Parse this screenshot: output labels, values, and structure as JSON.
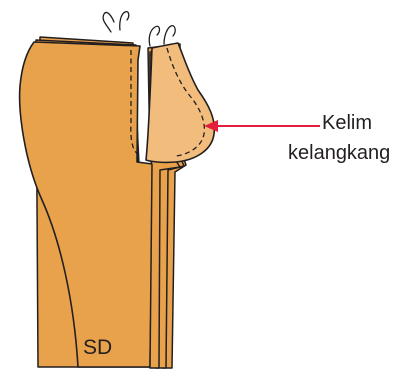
{
  "labels": {
    "annotation_line1": "Kelim",
    "annotation_line2": "kelangkang",
    "piece_label": "SD"
  },
  "colors": {
    "fabric": "#e8a24b",
    "crotch_facing": "#f2bd7c",
    "outline": "#231f20",
    "pointer_arrow": "#e31e3a",
    "background": "#ffffff"
  }
}
